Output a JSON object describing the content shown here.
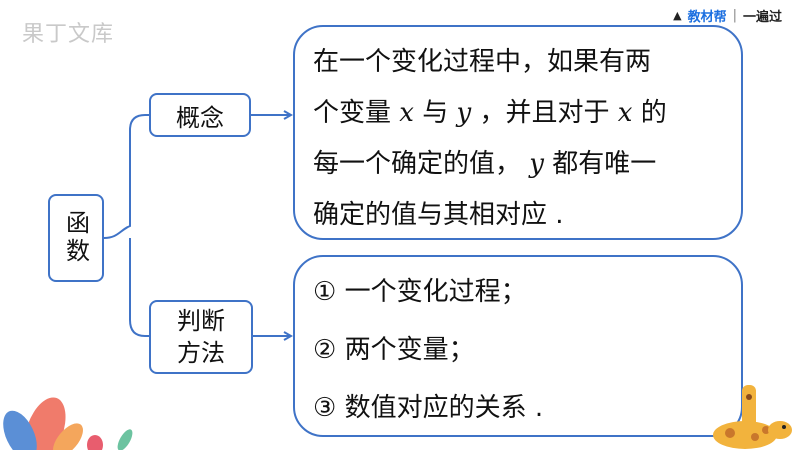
{
  "watermark": "果丁文库",
  "topbar": {
    "brand": "教材帮",
    "separator": "|",
    "slogan": "一遍过"
  },
  "root": {
    "label": "函数"
  },
  "concept": {
    "label": "概念",
    "line1": "在一个变化过程中，如果有两",
    "line2_a": "个变量",
    "var_x": "x",
    "line2_b": "与",
    "var_y": "y",
    "line2_c": "，并且对于",
    "line2_d": "的",
    "line3_a": "每一个确定的值，",
    "line3_b": "都有唯一",
    "line4": "确定的值与其相对应 ."
  },
  "method": {
    "label_line1": "判断",
    "label_line2": "方法",
    "items": [
      "① 一个变化过程；",
      "② 两个变量；",
      "③ 数值对应的关系 ."
    ]
  },
  "colors": {
    "accent": "#3f73c7",
    "brand": "#1c6fe0"
  }
}
